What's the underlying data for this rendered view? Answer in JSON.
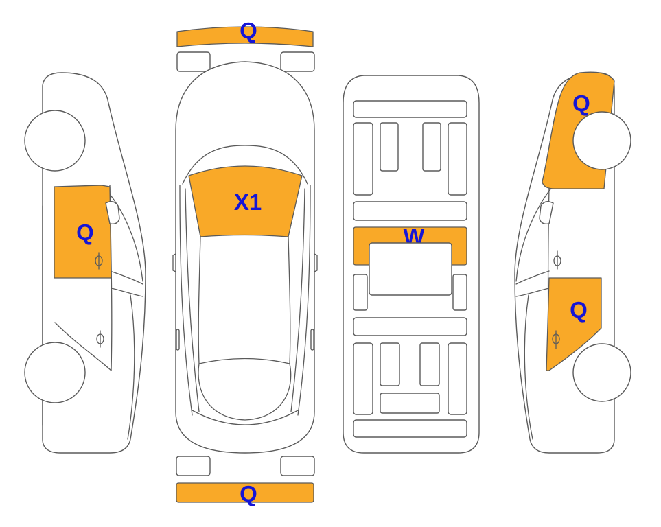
{
  "colors": {
    "highlight": "#f9a928",
    "label": "#1515d6",
    "outline": "#5a5a5a",
    "background": "#ffffff"
  },
  "labels": {
    "front_bumper": "Q",
    "windshield": "X1",
    "roof": "W",
    "rear_bumper": "Q",
    "left_front_door": "Q",
    "right_rear_fender": "Q",
    "right_front_door": "Q"
  }
}
